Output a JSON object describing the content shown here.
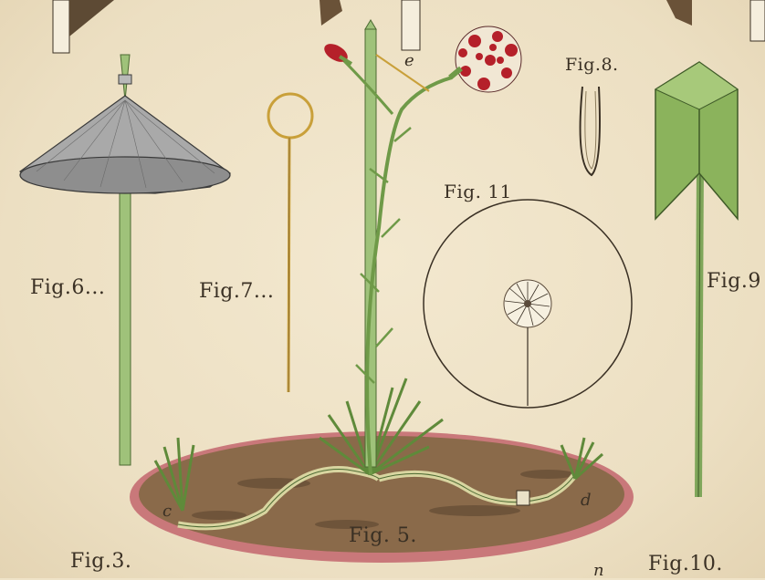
{
  "figures": {
    "fig3": "Fig.3.",
    "fig5": "Fig. 5.",
    "fig6": "Fig.6...",
    "fig7": "Fig.7...",
    "fig8": "Fig.8.",
    "fig9": "Fig.9",
    "fig10": "Fig.10.",
    "fig11": "Fig. 11"
  },
  "letters": {
    "c": "c",
    "d": "d",
    "e": "e",
    "n": "n"
  },
  "colors": {
    "paper": "#efe3c8",
    "ink": "#3a3024",
    "stem_green": "#8fb36a",
    "leaf_green": "#7fa65a",
    "soil": "#8a6a4a",
    "soil_rim": "#c9787a",
    "flower_red": "#b5202a",
    "wire_yellow": "#c9a03a",
    "shade_grey": "#8e8e8e"
  }
}
